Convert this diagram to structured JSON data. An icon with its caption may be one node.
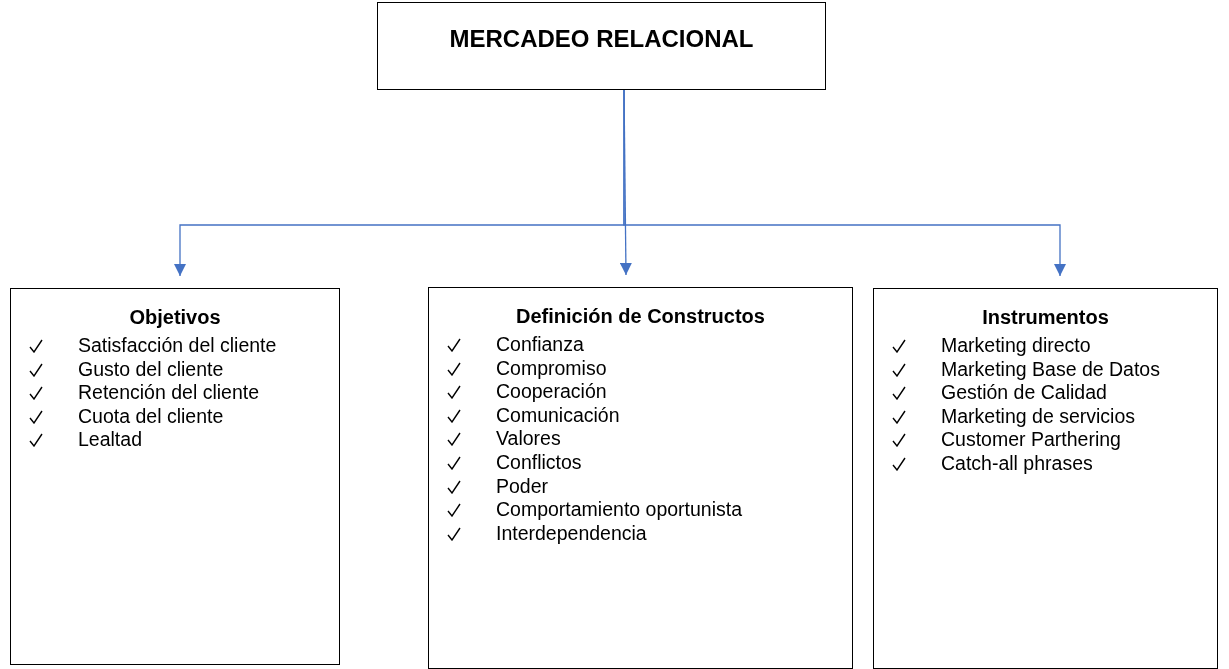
{
  "diagram": {
    "nodes": [
      {
        "text": [
          "MERCADEO RELACIONAL"
        ]
      },
      {
        "text": [
          "Objetivos",
          "Satisfacción del cliente",
          "Gusto del cliente",
          "Retención del cliente",
          "Cuota del cliente",
          "Lealtad"
        ]
      },
      {
        "text": [
          "Definición de Constructos",
          "Confianza",
          "Compromiso",
          "Cooperación",
          "Comunicación",
          "Valores",
          "Conflictos",
          "Poder",
          "Comportamiento oportunista",
          "Interdependencia"
        ]
      },
      {
        "text": [
          "Instrumentos",
          "Marketing directo",
          "Marketing Base de Datos",
          "Gestión de Calidad",
          "Marketing de servicios",
          "Customer Parthering",
          "Catch-all phrases"
        ]
      }
    ],
    "edges": [
      {
        "from": 0,
        "to": 1,
        "arrow": "to"
      },
      {
        "from": 0,
        "to": 2,
        "arrow": "to"
      },
      {
        "from": 0,
        "to": 3,
        "arrow": "to"
      }
    ]
  }
}
